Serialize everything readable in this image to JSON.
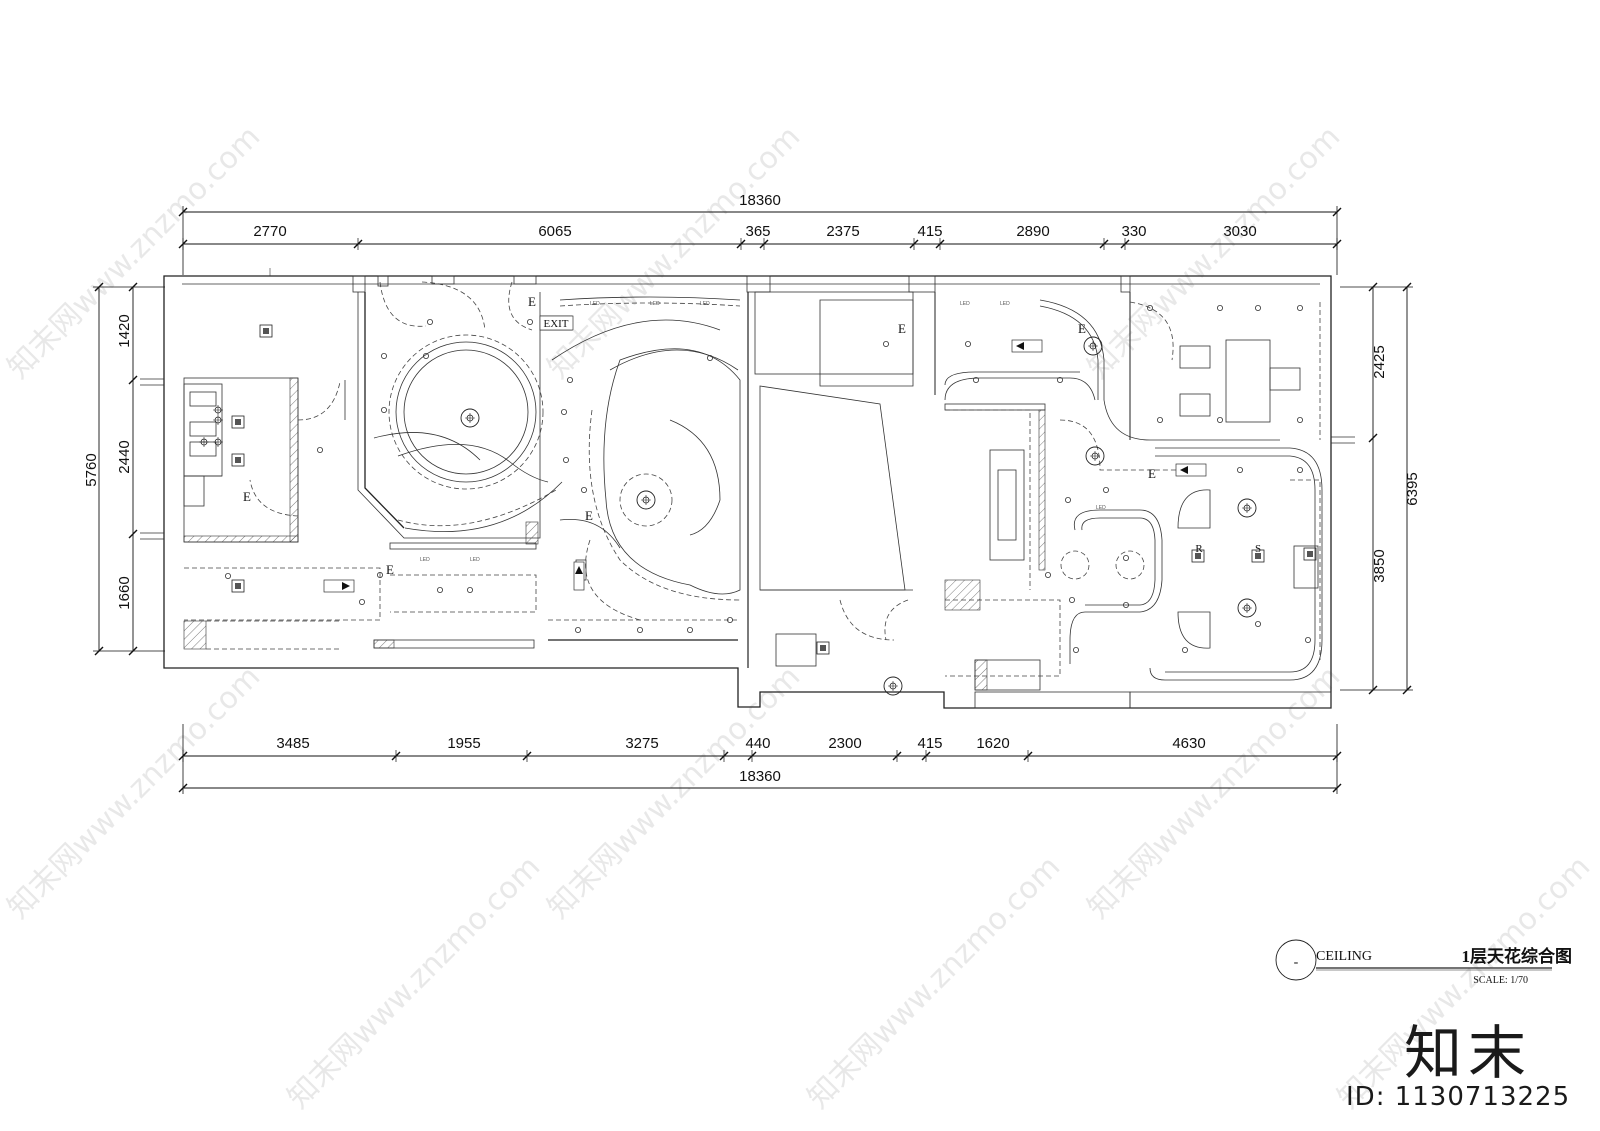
{
  "drawing": {
    "dims_top": {
      "total": "18360",
      "segments": [
        "2770",
        "6065",
        "365",
        "2375",
        "415",
        "2890",
        "330",
        "3030"
      ]
    },
    "dims_bottom": {
      "total": "18360",
      "segments": [
        "3485",
        "1955",
        "3275",
        "440",
        "2300",
        "415",
        "1620",
        "4630"
      ]
    },
    "dims_left": {
      "total": "5760",
      "segments": [
        "1420",
        "2440",
        "1660"
      ]
    },
    "dims_right": {
      "total": "6395",
      "segments": [
        "2425",
        "3850"
      ]
    },
    "labels": {
      "exit": "EXIT",
      "emergency": "E",
      "led": "LED",
      "r": "R",
      "s": "S"
    }
  },
  "title_block": {
    "tag": "CEILING",
    "symbol": "-",
    "title": "1层天花综合图",
    "scale": "SCALE: 1/70"
  },
  "branding": {
    "logo_text": "知末",
    "id_text": "ID: 1130713225",
    "watermark": "知末网www.znzmo.com"
  }
}
